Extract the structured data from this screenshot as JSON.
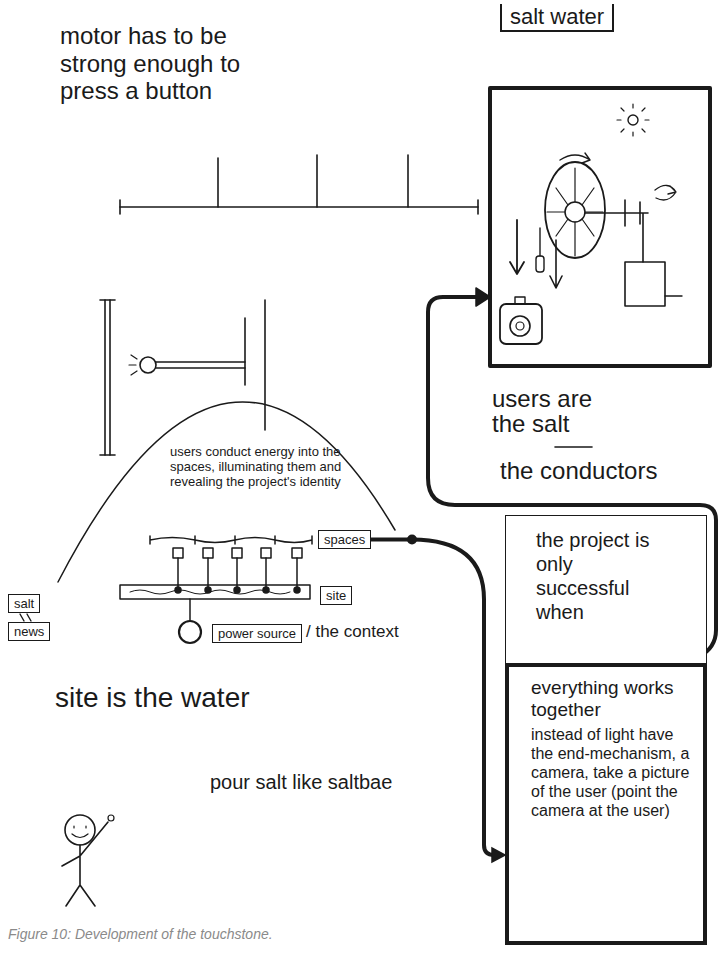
{
  "diagram": {
    "caption": "Figure 10: Development of the touchstone.",
    "nodes": [
      {
        "text": [
          "salt water"
        ]
      },
      {
        "text": [
          "spaces"
        ]
      },
      {
        "text": [
          "salt"
        ]
      },
      {
        "text": [
          "news"
        ]
      },
      {
        "text": [
          "site"
        ]
      },
      {
        "text": [
          "power source"
        ]
      },
      {
        "text": [
          "the project is only successful when"
        ]
      },
      {
        "text": [
          "everything works together",
          "instead of light have the end-mechanism, a camera, take a picture of the user (point the camera at the user)"
        ]
      }
    ],
    "edges": [
      {
        "from": 1,
        "to": 7,
        "arrow": "to"
      }
    ],
    "labels": [
      "motor has to be strong enough to press a button",
      "users conduct energy into the spaces, illuminating them and revealing the project's identity",
      "/ the context",
      "site is the water",
      "pour salt like saltbae",
      "users are the salt",
      "the conductors"
    ]
  }
}
